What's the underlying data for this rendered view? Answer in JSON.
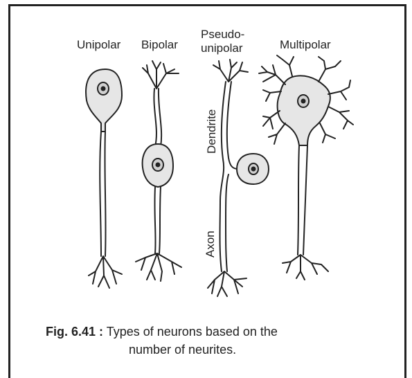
{
  "labels": {
    "unipolar": "Unipolar",
    "bipolar": "Bipolar",
    "pseudo_line1": "Pseudo-",
    "pseudo_line2": "unipolar",
    "multipolar": "Multipolar",
    "dendrite": "Dendrite",
    "axon": "Axon"
  },
  "caption": {
    "fig_number": "Fig. 6.41",
    "separator": ":",
    "text_line1": "Types of neurons based on the",
    "text_line2": "number of neurites."
  },
  "colors": {
    "ink": "#222222",
    "cell_fill": "#e6e6e6"
  }
}
